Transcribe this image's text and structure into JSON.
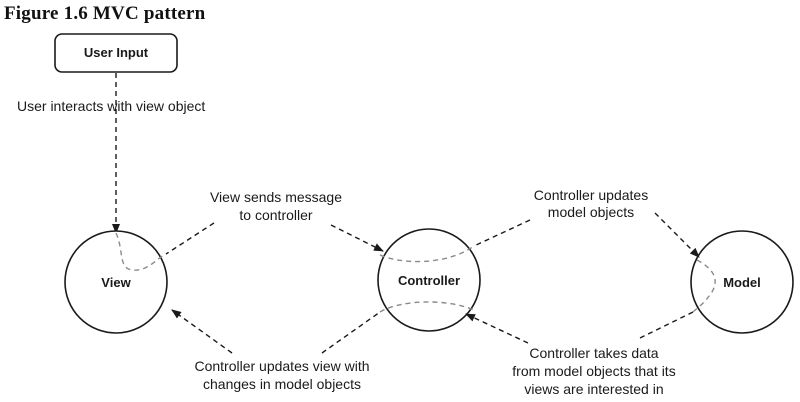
{
  "figure": {
    "title": "Figure 1.6  MVC pattern"
  },
  "nodes": {
    "user_input": "User Input",
    "view": "View",
    "controller": "Controller",
    "model": "Model"
  },
  "edges": {
    "user_interacts": "User interacts with view object",
    "view_sends_1": "View sends message",
    "view_sends_2": "to controller",
    "ctrl_updates_model_1": "Controller updates",
    "ctrl_updates_model_2": "model objects",
    "ctrl_updates_view_1": "Controller updates view with",
    "ctrl_updates_view_2": "changes in model objects",
    "ctrl_takes_1": "Controller takes data",
    "ctrl_takes_2": "from model objects that its",
    "ctrl_takes_3": "views are interested in"
  }
}
